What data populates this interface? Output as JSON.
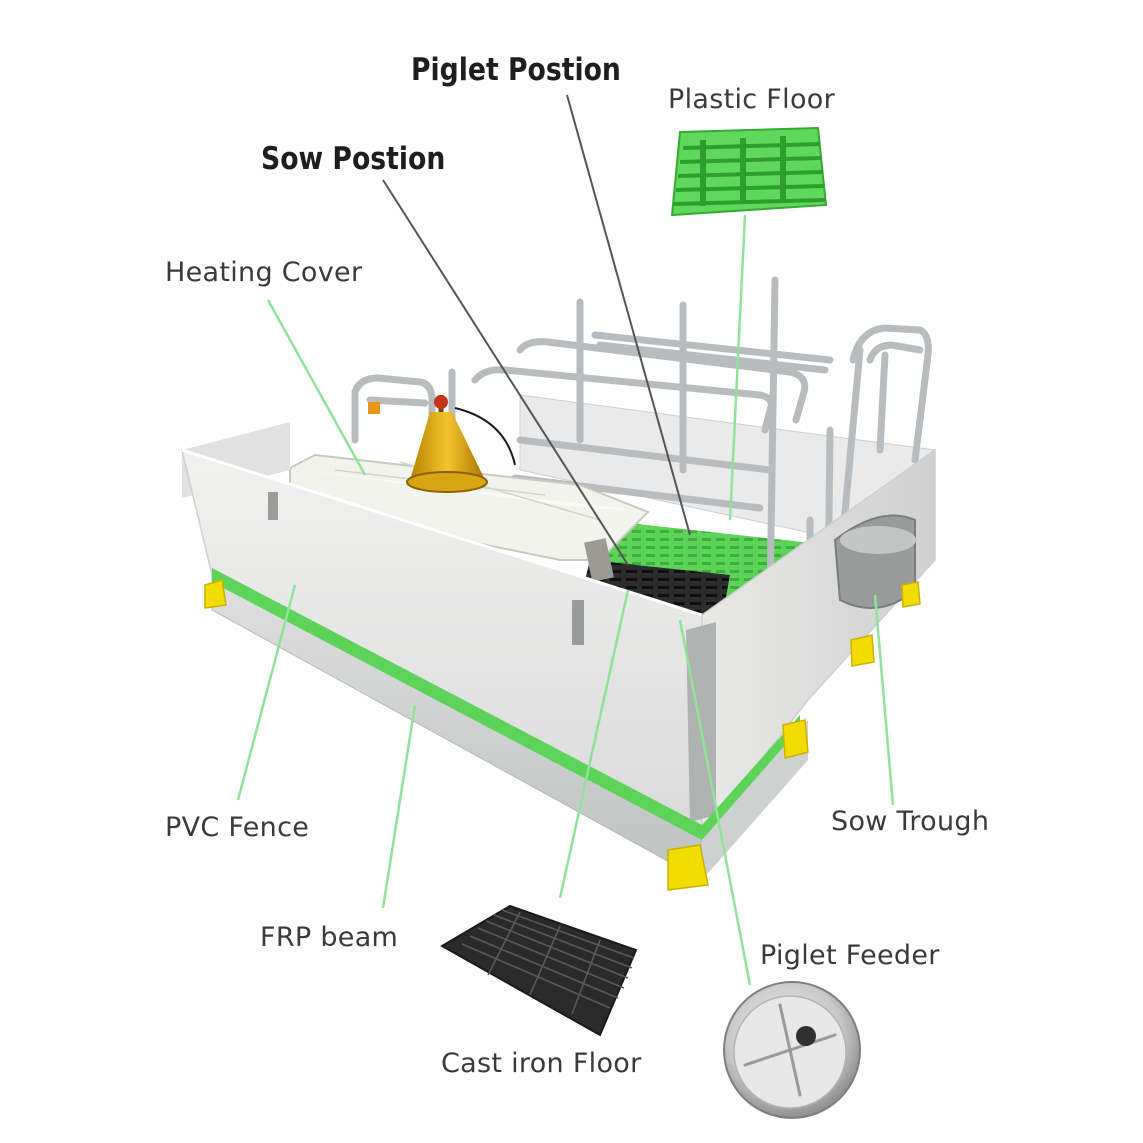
{
  "labels": {
    "piglet_position": "Piglet Postion",
    "sow_position": "Sow Postion",
    "plastic_floor": "Plastic Floor",
    "heating_cover": "Heating Cover",
    "pvc_fence": "PVC Fence",
    "sow_trough": "Sow Trough",
    "frp_beam": "FRP beam",
    "piglet_feeder": "Piglet Feeder",
    "cast_iron_floor": "Cast iron Floor"
  },
  "colors": {
    "leader_green": "#8fe39a",
    "leader_dark": "#555555",
    "plastic_green": "#5ed35a",
    "pvc_white": "#e6e7e6",
    "steel": "#b9bcbe",
    "yellow_foot": "#f2dc00",
    "lamp_gold": "#d9a514"
  }
}
